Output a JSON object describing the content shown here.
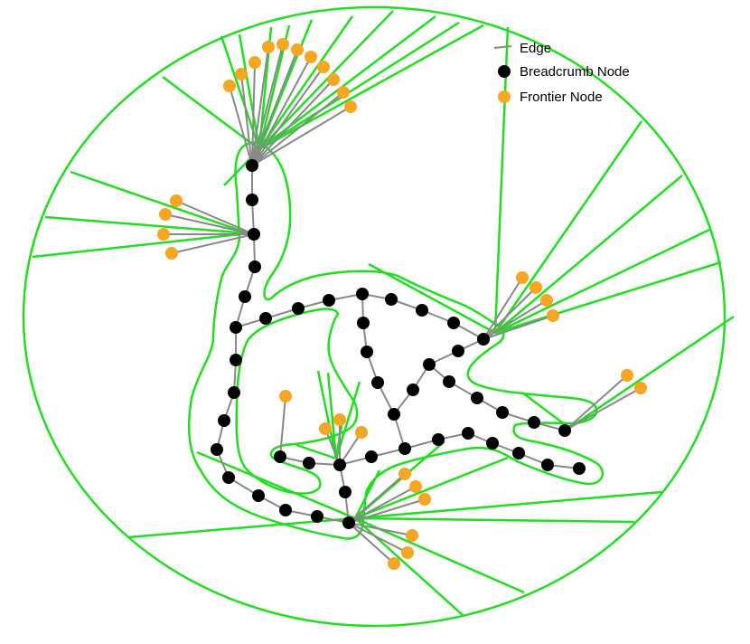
{
  "legend": {
    "items": [
      {
        "label": "Edge",
        "symbol": "line-icon"
      },
      {
        "label": "Breadcrumb Node",
        "symbol": "dot-icon"
      },
      {
        "label": "Frontier Node",
        "symbol": "dot-icon"
      }
    ]
  },
  "colors": {
    "boundary": "#22dd22",
    "edge": "#888888",
    "breadcrumb": "#000000",
    "frontier": "#f5a623",
    "background": "#ffffff"
  }
}
